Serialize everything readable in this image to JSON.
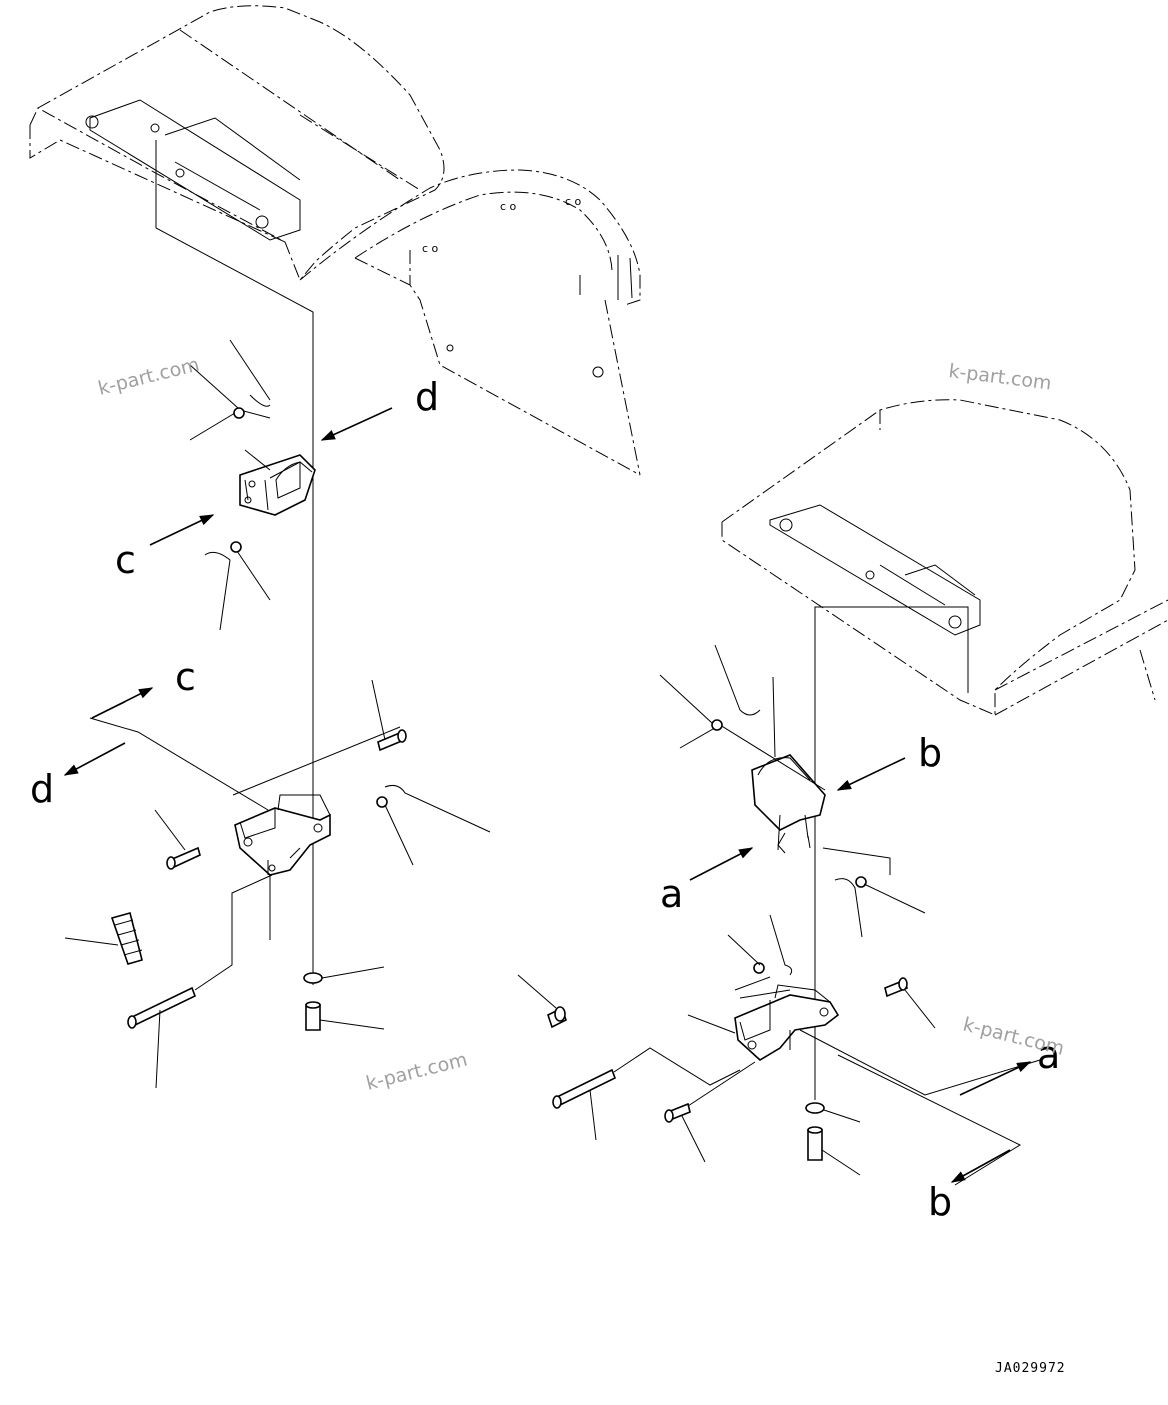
{
  "callouts": {
    "d_top": "d",
    "c_left": "c",
    "c_mid": "c",
    "d_mid": "d",
    "b_right": "b",
    "a_right": "a",
    "a_bottom": "a",
    "b_bottom": "b"
  },
  "watermarks": [
    "k-part.com",
    "k-part.com",
    "k-part.com",
    "k-part.com"
  ],
  "drawing_code": "JA029972"
}
